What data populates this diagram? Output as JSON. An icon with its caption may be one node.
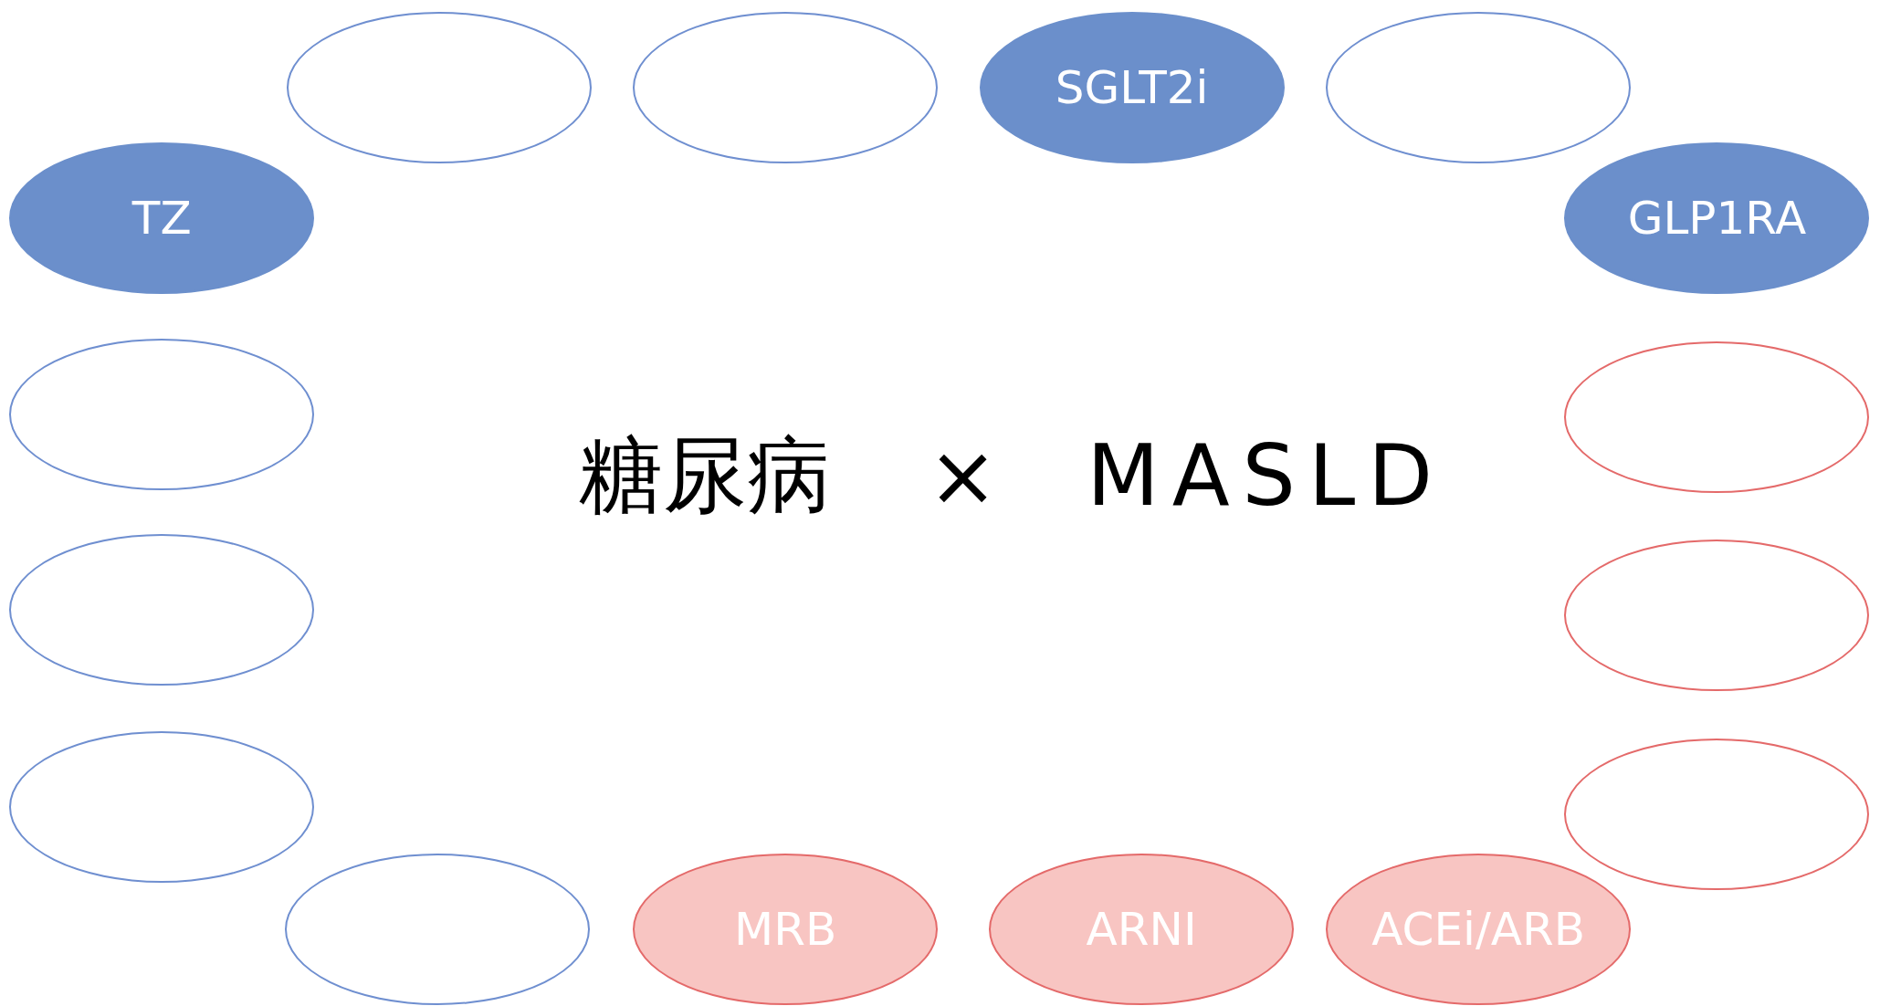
{
  "diagram": {
    "nodes": [
      {
        "text": [],
        "shape": "ellipse"
      },
      {
        "text": [],
        "shape": "ellipse"
      },
      {
        "text": [
          "SGLT2i"
        ]
      },
      {
        "text": [],
        "shape": "ellipse"
      },
      {
        "text": [
          "TZ"
        ]
      },
      {
        "text": [
          "GLP1RA"
        ]
      },
      {
        "text": [],
        "shape": "ellipse"
      },
      {
        "text": [],
        "shape": "ellipse"
      },
      {
        "text": [],
        "shape": "ellipse"
      },
      {
        "text": [],
        "shape": "ellipse"
      },
      {
        "text": [],
        "shape": "ellipse"
      },
      {
        "text": [],
        "shape": "ellipse"
      },
      {
        "text": [],
        "shape": "ellipse"
      },
      {
        "text": [
          "MRB"
        ]
      },
      {
        "text": [
          "ARNI"
        ]
      },
      {
        "text": [
          "ACEi/ARB"
        ]
      }
    ],
    "labels": [
      "糖尿病",
      "×",
      "MASLD"
    ]
  }
}
